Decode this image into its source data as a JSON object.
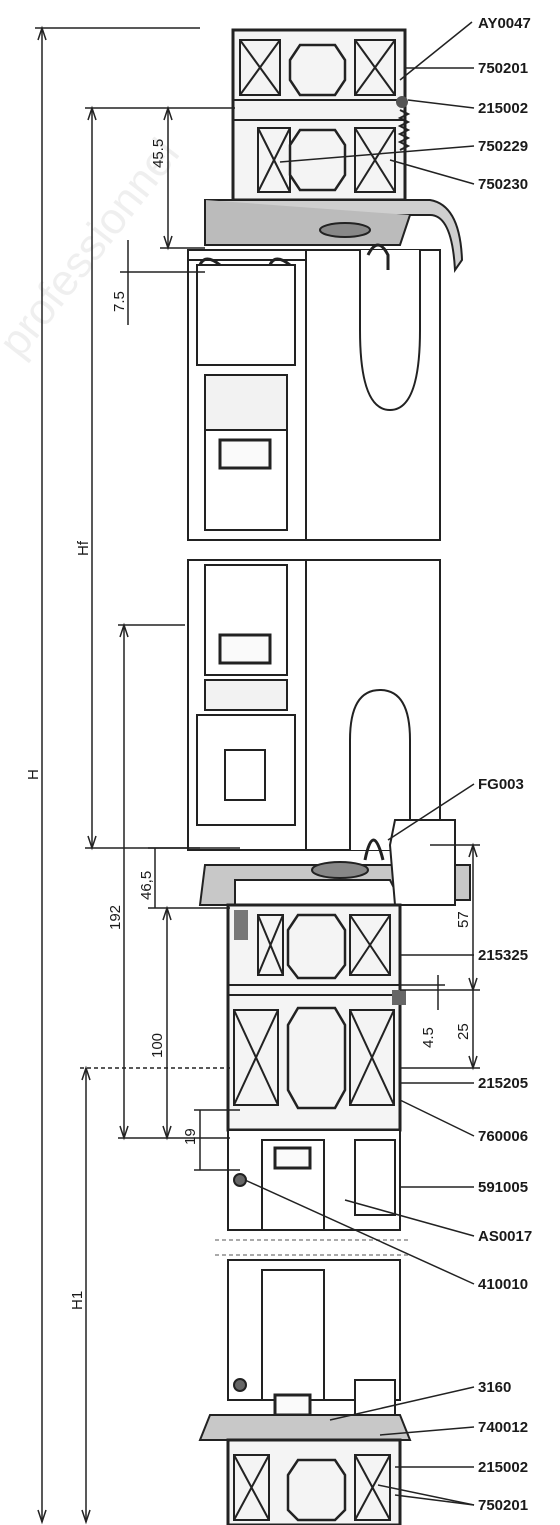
{
  "watermark": "professionnel",
  "dimensions": {
    "H": "H",
    "Hf": "Hf",
    "H1": "H1",
    "d_45_5": "45.5",
    "d_7_5": "7.5",
    "d_192": "192",
    "d_46_5": "46,5",
    "d_100": "100",
    "d_19": "19",
    "d_57": "57",
    "d_4_5": "4.5",
    "d_25": "25"
  },
  "parts": {
    "p1": "AY0047",
    "p2": "750201",
    "p3": "215002",
    "p4": "750229",
    "p5": "750230",
    "p6": "FG003",
    "p7": "215325",
    "p8": "215205",
    "p9": "760006",
    "p10": "591005",
    "p11": "AS0017",
    "p12": "410010",
    "p13": "3160",
    "p14": "740012",
    "p15": "215002",
    "p16": "750201"
  }
}
